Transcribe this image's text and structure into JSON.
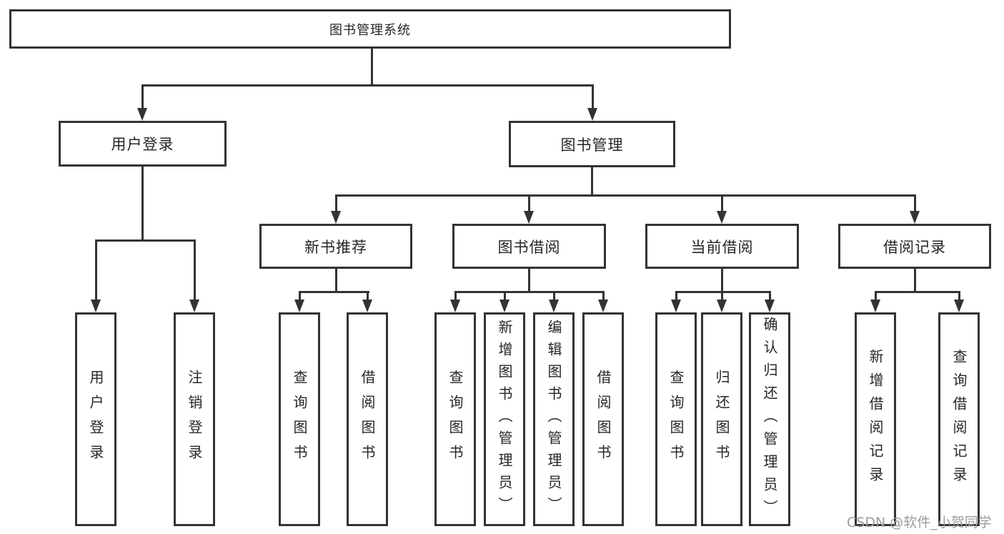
{
  "colors": {
    "line": "#333333",
    "text": "#262626",
    "watermark": "#9c9c9c",
    "background": "#ffffff",
    "box_fill": "#ffffff"
  },
  "watermark": "CSDN @软件_小贺同学",
  "diagram": {
    "root": "图书管理系统",
    "user_login": "用户登录",
    "book_mgmt": "图书管理",
    "new_book": "新书推荐",
    "book_borrow": "图书借阅",
    "current_borrow": "当前借阅",
    "borrow_record": "借阅记录",
    "leaves": {
      "user_login_login": "用户登录",
      "user_login_logout": "注销登录",
      "new_book_query": "查询图书",
      "new_book_borrow": "借阅图书",
      "book_borrow_query": "查询图书",
      "book_borrow_add": "新增图书（管理员）",
      "book_borrow_edit": "编辑图书（管理员）",
      "book_borrow_borrow": "借阅图书",
      "current_query": "查询图书",
      "current_return": "归还图书",
      "current_confirm": "确认归还（管理员）",
      "record_add": "新增借阅记录",
      "record_query": "查询借阅记录"
    }
  }
}
